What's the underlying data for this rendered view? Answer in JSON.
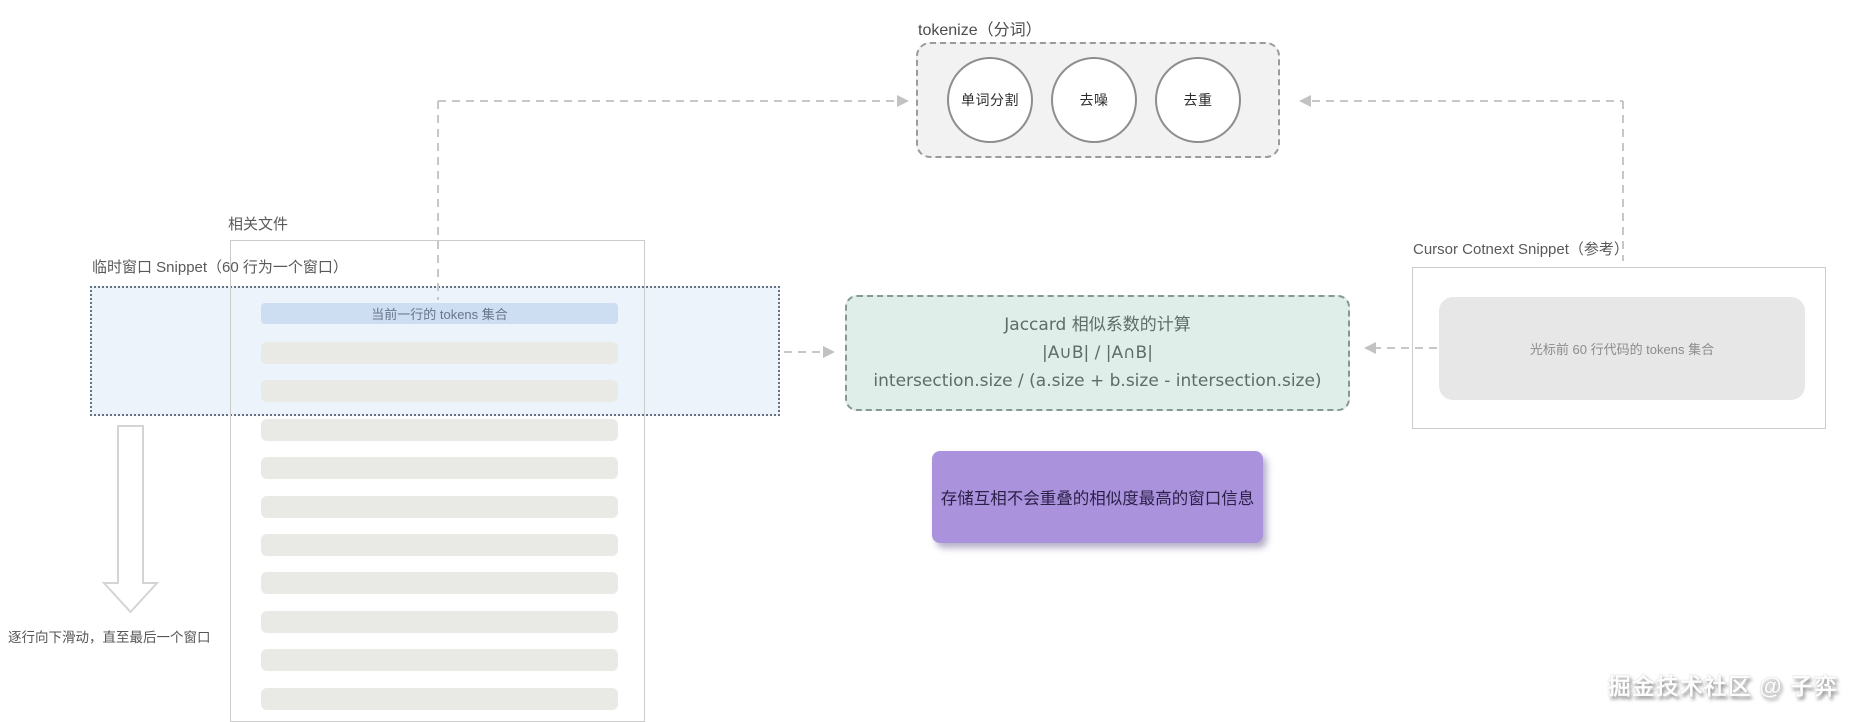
{
  "tokenize": {
    "label": "tokenize（分词）",
    "steps": [
      "单词分割",
      "去噪",
      "去重"
    ]
  },
  "related_file": {
    "label": "相关文件",
    "placeholder_line_count": 10
  },
  "window": {
    "label": "临时窗口 Snippet（60 行为一个窗口）",
    "current_line_label": "当前一行的 tokens 集合"
  },
  "scroll_note": "逐行向下滑动，直至最后一个窗口",
  "jaccard": {
    "title": "Jaccard 相似系数的计算",
    "formula_set": "|A∪B| / |A∩B|",
    "formula_code": "intersection.size / (a.size + b.size - intersection.size)"
  },
  "store_note": "存储互相不会重叠的相似度最高的窗口信息",
  "cursor_snippet": {
    "label": "Cursor Cotnext Snippet（参考）",
    "content": "光标前 60 行代码的 tokens 集合"
  },
  "watermark": "掘金技术社区 @ 子弈",
  "colors": {
    "store_box_fill": "#ab92dd",
    "jaccard_box_fill": "#e0eeea",
    "current_line_fill": "#cdddf2",
    "placeholder_line_fill": "#e9e9e6",
    "window_fill": "#edf3fb",
    "pipeline_box_fill": "#f2f2f2"
  }
}
